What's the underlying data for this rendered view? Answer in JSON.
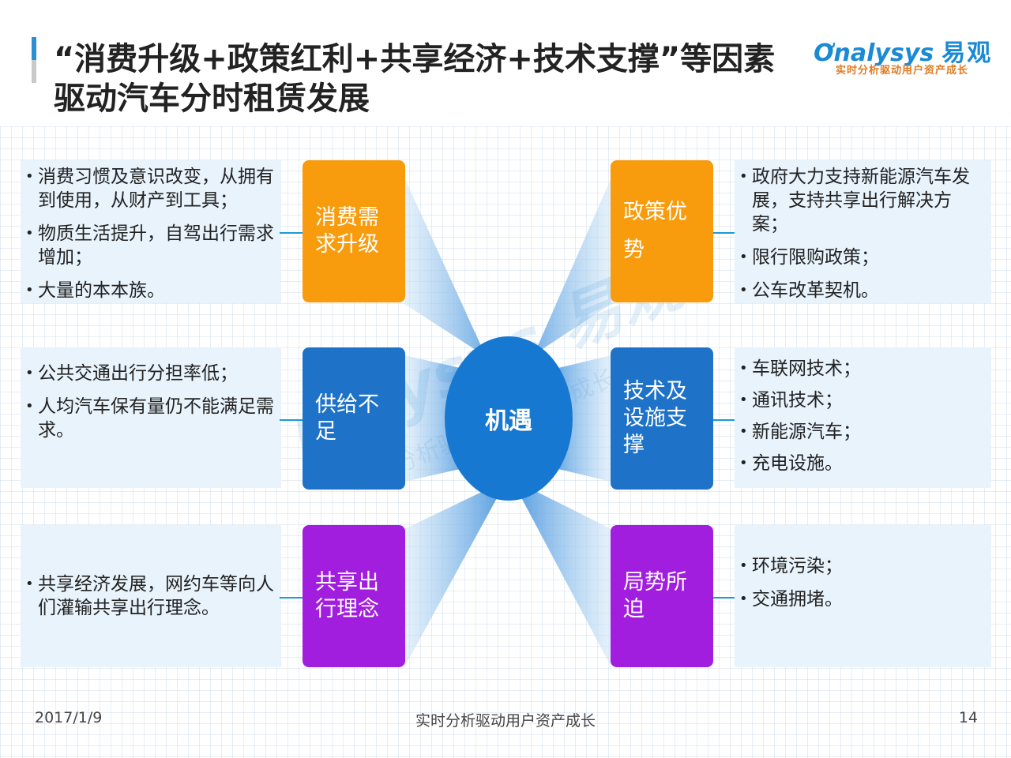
{
  "header": {
    "title": "“消费升级+政策红利+共享经济+技术支撑”等因素驱动汽车分时租赁发展",
    "logo_main": "nalysys",
    "logo_cn": "易观",
    "logo_sub": "实时分析驱动用户资产成长",
    "accent_color": "#1a8ad4"
  },
  "center": {
    "label": "机遇"
  },
  "watermark": {
    "main": "nalysys 易观",
    "sub": "实时分析驱动用户资产成长"
  },
  "left": [
    {
      "factor": "消费需求升级",
      "color": "#f89b0c",
      "points": [
        "消费习惯及意识改变，从拥有到使用，从财产到工具；",
        "物质生活提升，自驾出行需求增加；",
        "大量的本本族。"
      ]
    },
    {
      "factor": "供给不足",
      "color": "#1e73c8",
      "points": [
        "公共交通出行分担率低；",
        "人均汽车保有量仍不能满足需求。"
      ]
    },
    {
      "factor": "共享出行理念",
      "color": "#a11ede",
      "points": [
        "共享经济发展，网约车等向人们灌输共享出行理念。"
      ]
    }
  ],
  "right": [
    {
      "factor": "政策优势",
      "color": "#f89b0c",
      "points": [
        "政府大力支持新能源汽车发展，支持共享出行解决方案；",
        "限行限购政策；",
        "公车改革契机。"
      ]
    },
    {
      "factor": "技术及设施支撑",
      "color": "#1e73c8",
      "points": [
        "车联网技术；",
        "通讯技术；",
        "新能源汽车；",
        "充电设施。"
      ]
    },
    {
      "factor": "局势所迫",
      "color": "#a11ede",
      "points": [
        "环境污染；",
        "交通拥堵。"
      ]
    }
  ],
  "footer": {
    "date": "2017/1/9",
    "slogan": "实时分析驱动用户资产成长",
    "page": "14"
  }
}
